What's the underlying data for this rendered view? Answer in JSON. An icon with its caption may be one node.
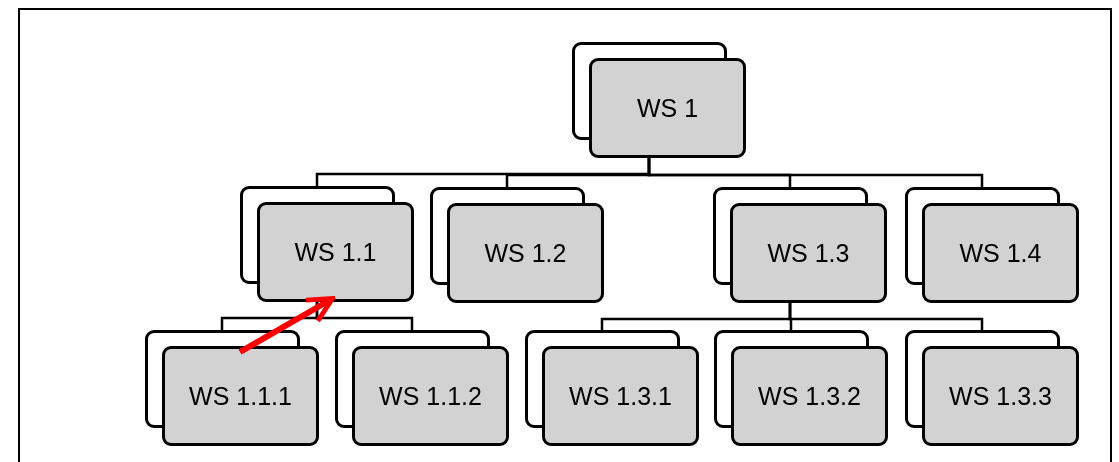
{
  "diagram": {
    "nodes": [
      {
        "text": [
          "WS 1"
        ]
      },
      {
        "text": [
          "WS 1.1"
        ]
      },
      {
        "text": [
          "WS 1.2"
        ]
      },
      {
        "text": [
          "WS 1.3"
        ]
      },
      {
        "text": [
          "WS 1.4"
        ]
      },
      {
        "text": [
          "WS 1.1.1"
        ]
      },
      {
        "text": [
          "WS 1.1.2"
        ]
      },
      {
        "text": [
          "WS 1.3.1"
        ]
      },
      {
        "text": [
          "WS 1.3.2"
        ]
      },
      {
        "text": [
          "WS 1.3.3"
        ]
      }
    ],
    "edges": [
      {
        "from": 0,
        "to": 1,
        "arrow": "none"
      },
      {
        "from": 0,
        "to": 2,
        "arrow": "none"
      },
      {
        "from": 0,
        "to": 3,
        "arrow": "none"
      },
      {
        "from": 0,
        "to": 4,
        "arrow": "none"
      },
      {
        "from": 1,
        "to": 5,
        "arrow": "none"
      },
      {
        "from": 1,
        "to": 6,
        "arrow": "none"
      },
      {
        "from": 3,
        "to": 7,
        "arrow": "none"
      },
      {
        "from": 3,
        "to": 8,
        "arrow": "none"
      },
      {
        "from": 3,
        "to": 9,
        "arrow": "none"
      },
      {
        "from": 5,
        "to": 1,
        "arrow": "to",
        "style": "thick",
        "color": "#ff0000"
      }
    ]
  }
}
